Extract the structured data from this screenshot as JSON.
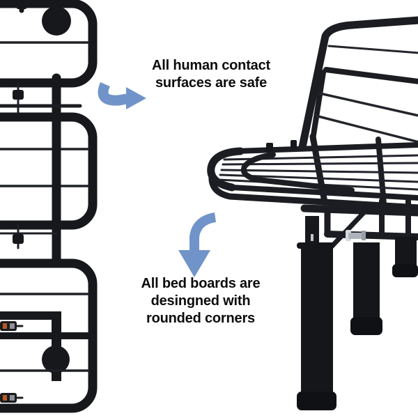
{
  "image_type": "annotated-product-feature-image",
  "product": "metal-platform-bed-frame",
  "annotations": {
    "top": {
      "text": "All human contact\nsurfaces are safe"
    },
    "bottom": {
      "text": "All bed boards are\ndesingned with\nrounded corners"
    }
  },
  "figures": {
    "left": "folded-bed-frame-edge-view",
    "right": "bed-frame-with-raised-section-and-round-legs"
  },
  "colors": {
    "arrow": "#7094c9",
    "frame": "#17181c",
    "slat": "#1e2026",
    "leg": "#15161a",
    "bolt_silver": "#aeb4bb",
    "bolt_orange": "#b55a26",
    "text": "#0c0c0c",
    "background": "#ffffff"
  }
}
